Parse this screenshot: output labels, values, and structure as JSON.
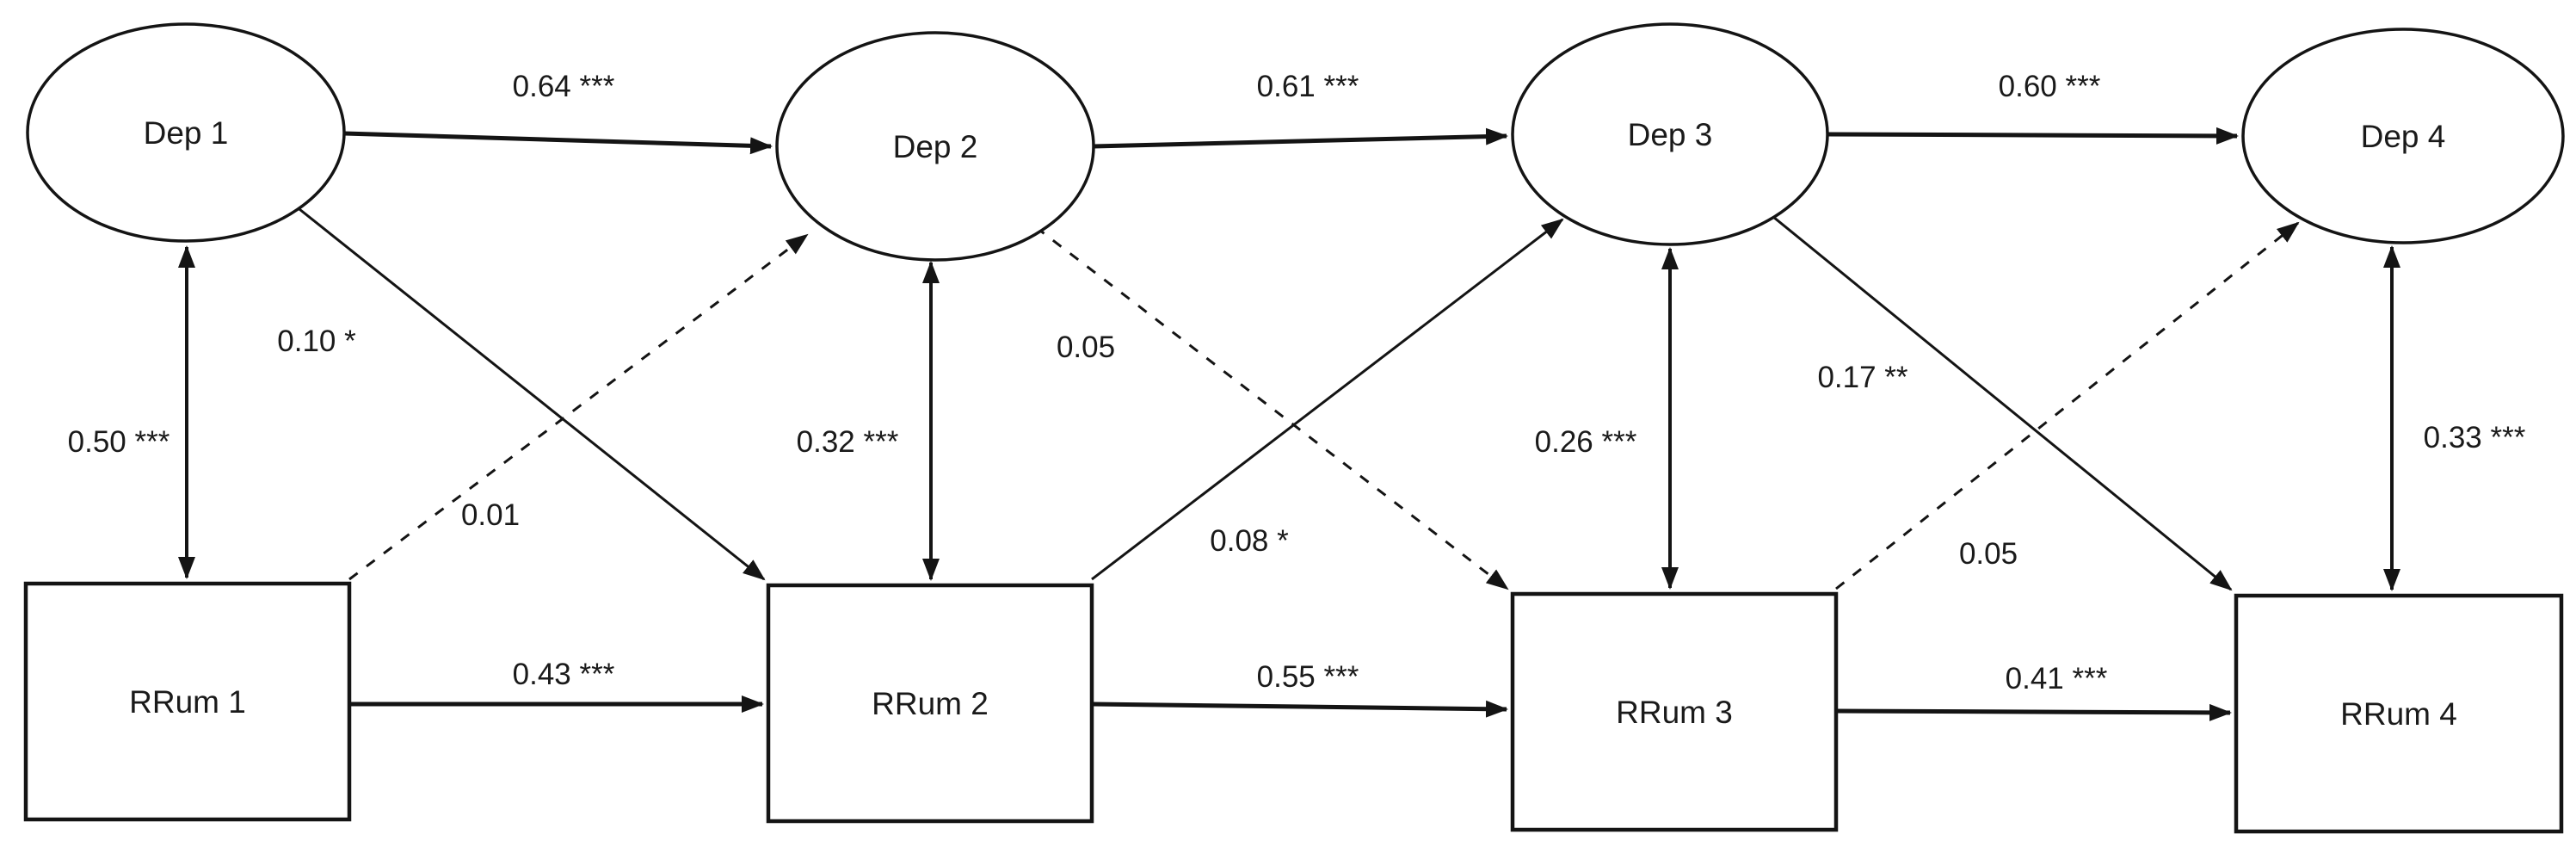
{
  "diagram": {
    "type": "cross-lagged-panel-path-model",
    "background_color": "#ffffff",
    "line_color": "#141414",
    "text_color": "#1a1a1a",
    "nodes": [
      {
        "id": "dep1",
        "label": "Dep 1",
        "shape": "ellipse"
      },
      {
        "id": "dep2",
        "label": "Dep 2",
        "shape": "ellipse"
      },
      {
        "id": "dep3",
        "label": "Dep 3",
        "shape": "ellipse"
      },
      {
        "id": "dep4",
        "label": "Dep 4",
        "shape": "ellipse"
      },
      {
        "id": "rrum1",
        "label": "RRum 1",
        "shape": "rectangle"
      },
      {
        "id": "rrum2",
        "label": "RRum 2",
        "shape": "rectangle"
      },
      {
        "id": "rrum3",
        "label": "RRum 3",
        "shape": "rectangle"
      },
      {
        "id": "rrum4",
        "label": "RRum 4",
        "shape": "rectangle"
      }
    ],
    "edges": [
      {
        "id": "dep1-dep2",
        "from": "dep1",
        "to": "dep2",
        "label": "0.64 ***",
        "style": "solid",
        "direction": "forward"
      },
      {
        "id": "dep2-dep3",
        "from": "dep2",
        "to": "dep3",
        "label": "0.61 ***",
        "style": "solid",
        "direction": "forward"
      },
      {
        "id": "dep3-dep4",
        "from": "dep3",
        "to": "dep4",
        "label": "0.60 ***",
        "style": "solid",
        "direction": "forward"
      },
      {
        "id": "rrum1-rrum2",
        "from": "rrum1",
        "to": "rrum2",
        "label": "0.43 ***",
        "style": "solid",
        "direction": "forward"
      },
      {
        "id": "rrum2-rrum3",
        "from": "rrum2",
        "to": "rrum3",
        "label": "0.55 ***",
        "style": "solid",
        "direction": "forward"
      },
      {
        "id": "rrum3-rrum4",
        "from": "rrum3",
        "to": "rrum4",
        "label": "0.41 ***",
        "style": "solid",
        "direction": "forward"
      },
      {
        "id": "dep1-rrum1",
        "from": "dep1",
        "to": "rrum1",
        "label": "0.50 ***",
        "style": "solid",
        "direction": "both"
      },
      {
        "id": "dep2-rrum2",
        "from": "dep2",
        "to": "rrum2",
        "label": "0.32 ***",
        "style": "solid",
        "direction": "both"
      },
      {
        "id": "dep3-rrum3",
        "from": "dep3",
        "to": "rrum3",
        "label": "0.26 ***",
        "style": "solid",
        "direction": "both"
      },
      {
        "id": "dep4-rrum4",
        "from": "dep4",
        "to": "rrum4",
        "label": "0.33 ***",
        "style": "solid",
        "direction": "both"
      },
      {
        "id": "dep1-rrum2",
        "from": "dep1",
        "to": "rrum2",
        "label": "0.10 *",
        "style": "solid",
        "direction": "forward"
      },
      {
        "id": "rrum1-dep2",
        "from": "rrum1",
        "to": "dep2",
        "label": "0.01",
        "style": "dashed",
        "direction": "forward"
      },
      {
        "id": "dep2-rrum3",
        "from": "dep2",
        "to": "rrum3",
        "label": "0.05",
        "style": "dashed",
        "direction": "forward"
      },
      {
        "id": "rrum2-dep3",
        "from": "rrum2",
        "to": "dep3",
        "label": "0.08 *",
        "style": "solid",
        "direction": "forward"
      },
      {
        "id": "dep3-rrum4",
        "from": "dep3",
        "to": "rrum4",
        "label": "0.17 **",
        "style": "solid",
        "direction": "forward"
      },
      {
        "id": "rrum3-dep4",
        "from": "rrum3",
        "to": "dep4",
        "label": "0.05",
        "style": "dashed",
        "direction": "forward"
      }
    ]
  }
}
